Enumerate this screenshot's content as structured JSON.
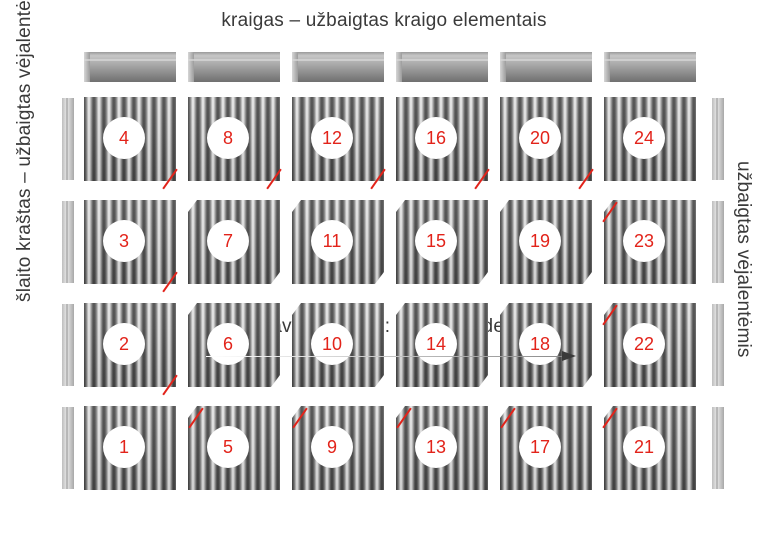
{
  "labels": {
    "top": "kraigas – užbaigtas kraigo elementais",
    "bottom": "montavimo kryptis: iš kairės į dešinę",
    "left": "šlaito kraštas – užbaigtas vėjalentėmis",
    "right": "užbaigtas vėjalentėmis"
  },
  "sheet_numbers": [
    [
      "4",
      "8",
      "12",
      "16",
      "20",
      "24"
    ],
    [
      "3",
      "7",
      "11",
      "15",
      "19",
      "23"
    ],
    [
      "2",
      "6",
      "10",
      "14",
      "18",
      "22"
    ],
    [
      "1",
      "5",
      "9",
      "13",
      "17",
      "21"
    ]
  ],
  "colors": {
    "number_text": "#e2231a",
    "cut_mark": "#e2231a",
    "label_text": "#3a3a3a"
  },
  "arrow_direction": "left-to-right"
}
